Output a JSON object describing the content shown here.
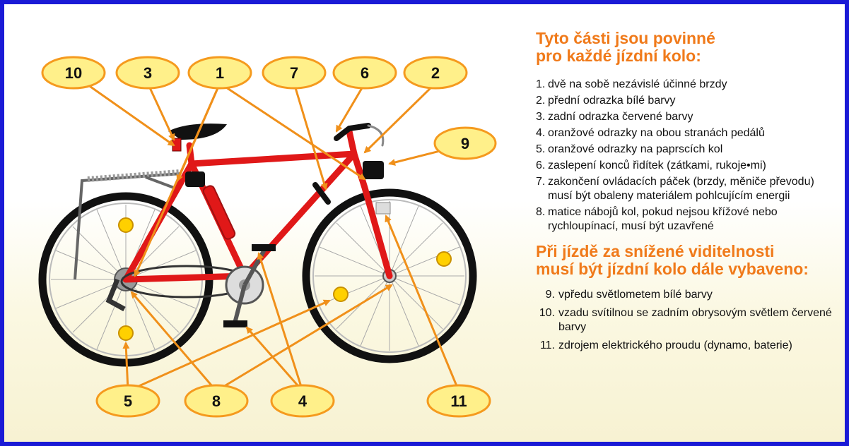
{
  "colors": {
    "frame": "#1a1ad6",
    "heading": "#f07a1a",
    "callout_fill": "#fff08a",
    "callout_stroke": "#f59a1e",
    "arrow": "#f0901a",
    "bike_frame": "#e01818",
    "tire": "#111111",
    "reflector": "#ffd000"
  },
  "callouts": [
    {
      "label": "10"
    },
    {
      "label": "3"
    },
    {
      "label": "1"
    },
    {
      "label": "7"
    },
    {
      "label": "6"
    },
    {
      "label": "2"
    },
    {
      "label": "9"
    },
    {
      "label": "5"
    },
    {
      "label": "8"
    },
    {
      "label": "4"
    },
    {
      "label": "11"
    }
  ],
  "section1": {
    "title_line1": "Tyto části jsou povinné",
    "title_line2": "pro každé jízdní kolo:",
    "items": [
      {
        "num": "1.",
        "text": "dvě na sobě nezávislé účinné brzdy"
      },
      {
        "num": "2.",
        "text": "přední odrazka bílé barvy"
      },
      {
        "num": "3.",
        "text": "zadní odrazka červené barvy"
      },
      {
        "num": "4.",
        "text": "oranžové odrazky na obou stranách pedálů"
      },
      {
        "num": "5.",
        "text": "oranžové odrazky na paprscích kol"
      },
      {
        "num": "6.",
        "text": "zaslepení konců řidítek (zátkami, rukoje•mi)"
      },
      {
        "num": "7.",
        "text": "zakončení ovládacích páček (brzdy, měniče převodu) musí být obaleny materiálem pohlcujícím energii"
      },
      {
        "num": "8.",
        "text": "matice nábojů kol, pokud nejsou křížové nebo rychloupínací, musí být uzavřené"
      }
    ]
  },
  "section2": {
    "title_line1": "Při jízdě za snížené viditelnosti",
    "title_line2": "musí být jízdní kolo dále vybaveno:",
    "items": [
      {
        "num": "9.",
        "text": "vpředu světlometem bílé barvy"
      },
      {
        "num": "10.",
        "text": "vzadu svítilnou se zadním obrysovým světlem červené barvy"
      },
      {
        "num": "11.",
        "text": "zdrojem elektrického proudu (dynamo, baterie)"
      }
    ]
  }
}
